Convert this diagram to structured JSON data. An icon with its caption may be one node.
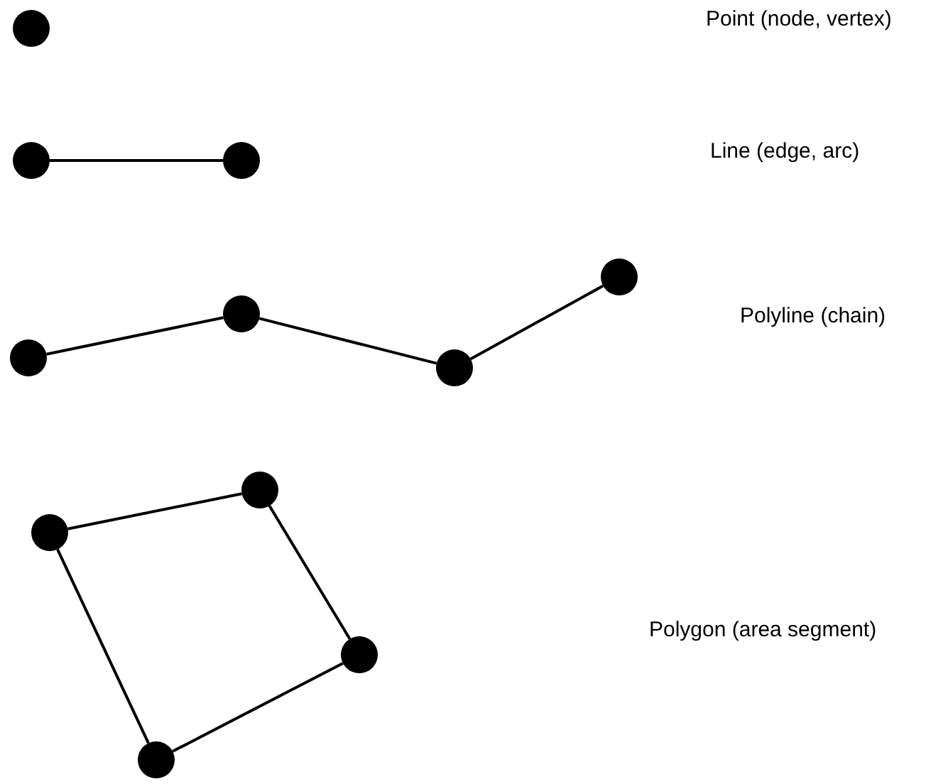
{
  "diagram": {
    "nodes": [
      {
        "text": [],
        "shape": "circle"
      },
      {
        "text": [],
        "shape": "circle"
      },
      {
        "text": [],
        "shape": "circle"
      },
      {
        "text": [],
        "shape": "circle"
      },
      {
        "text": [],
        "shape": "circle"
      },
      {
        "text": [],
        "shape": "circle"
      },
      {
        "text": [],
        "shape": "circle"
      },
      {
        "text": [],
        "shape": "circle"
      },
      {
        "text": [],
        "shape": "circle"
      },
      {
        "text": [],
        "shape": "circle"
      },
      {
        "text": [],
        "shape": "circle"
      }
    ],
    "edges": [
      {
        "from": 1,
        "to": 2,
        "arrow": "none"
      },
      {
        "from": 3,
        "to": 4,
        "arrow": "none"
      },
      {
        "from": 4,
        "to": 5,
        "arrow": "none"
      },
      {
        "from": 5,
        "to": 6,
        "arrow": "none"
      },
      {
        "from": 7,
        "to": 8,
        "arrow": "none"
      },
      {
        "from": 8,
        "to": 9,
        "arrow": "none"
      },
      {
        "from": 9,
        "to": 10,
        "arrow": "none"
      },
      {
        "from": 10,
        "to": 7,
        "arrow": "none"
      }
    ],
    "labels": [
      "Point (node, vertex)",
      "Line (edge, arc)",
      "Polyline (chain)",
      "Polygon (area segment)"
    ]
  }
}
